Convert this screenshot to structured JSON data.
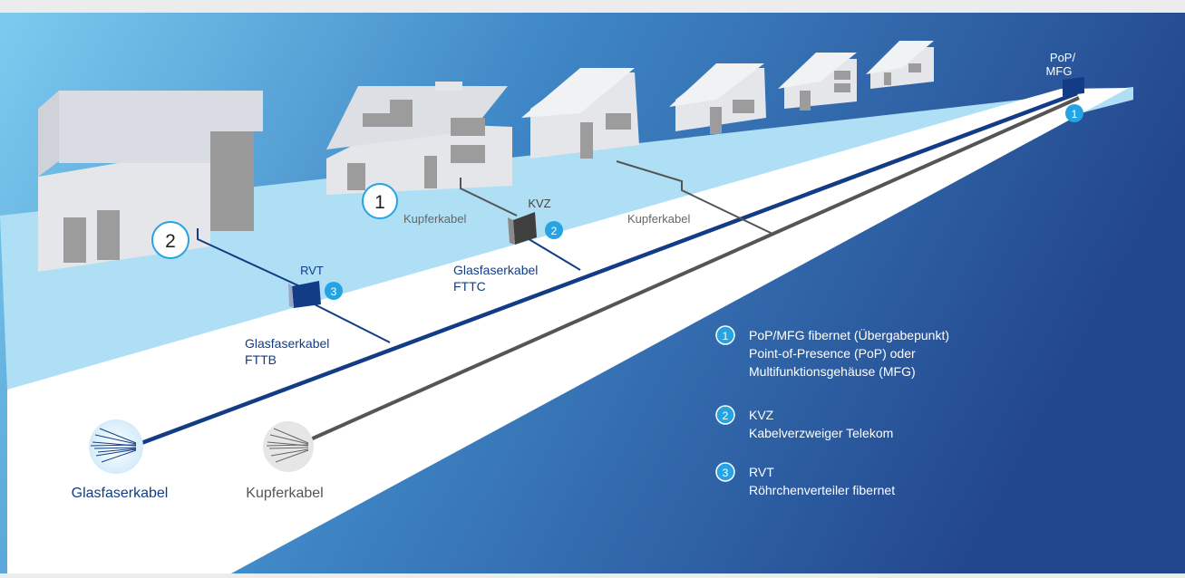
{
  "labels": {
    "pop_mfg": [
      "PoP/",
      "MFG"
    ],
    "kvz": "KVZ",
    "rvt": "RVT",
    "copper_cable_1": "Kupferkabel",
    "copper_cable_2": "Kupferkabel",
    "fiber_fttc": [
      "Glasfaserkabel",
      "FTTC"
    ],
    "fiber_fttb": [
      "Glasfaserkabel",
      "FTTB"
    ],
    "house_1": "1",
    "house_2": "2",
    "fiber_cable_sample": "Glasfaserkabel",
    "copper_cable_sample": "Kupferkabel"
  },
  "markers": {
    "pop": "1",
    "kvz": "2",
    "rvt": "3"
  },
  "legend": [
    {
      "number": "1",
      "lines": [
        "PoP/MFG fibernet (Übergabepunkt)",
        "Point-of-Presence (PoP) oder",
        "Multifunktionsgehäuse (MFG)"
      ]
    },
    {
      "number": "2",
      "lines": [
        "KVZ",
        "Kabelverzweiger Telekom"
      ]
    },
    {
      "number": "3",
      "lines": [
        "RVT",
        "Röhrchenverteiler fibernet"
      ]
    }
  ],
  "colors": {
    "fiber": "#123d86",
    "copper": "#555555",
    "marker": "#25a3e3",
    "sky_light": "#7ccbef",
    "sky_dark": "#23478e",
    "sidewalk": "#aedff5",
    "road": "#ffffff",
    "house": "#e4e6ea"
  }
}
